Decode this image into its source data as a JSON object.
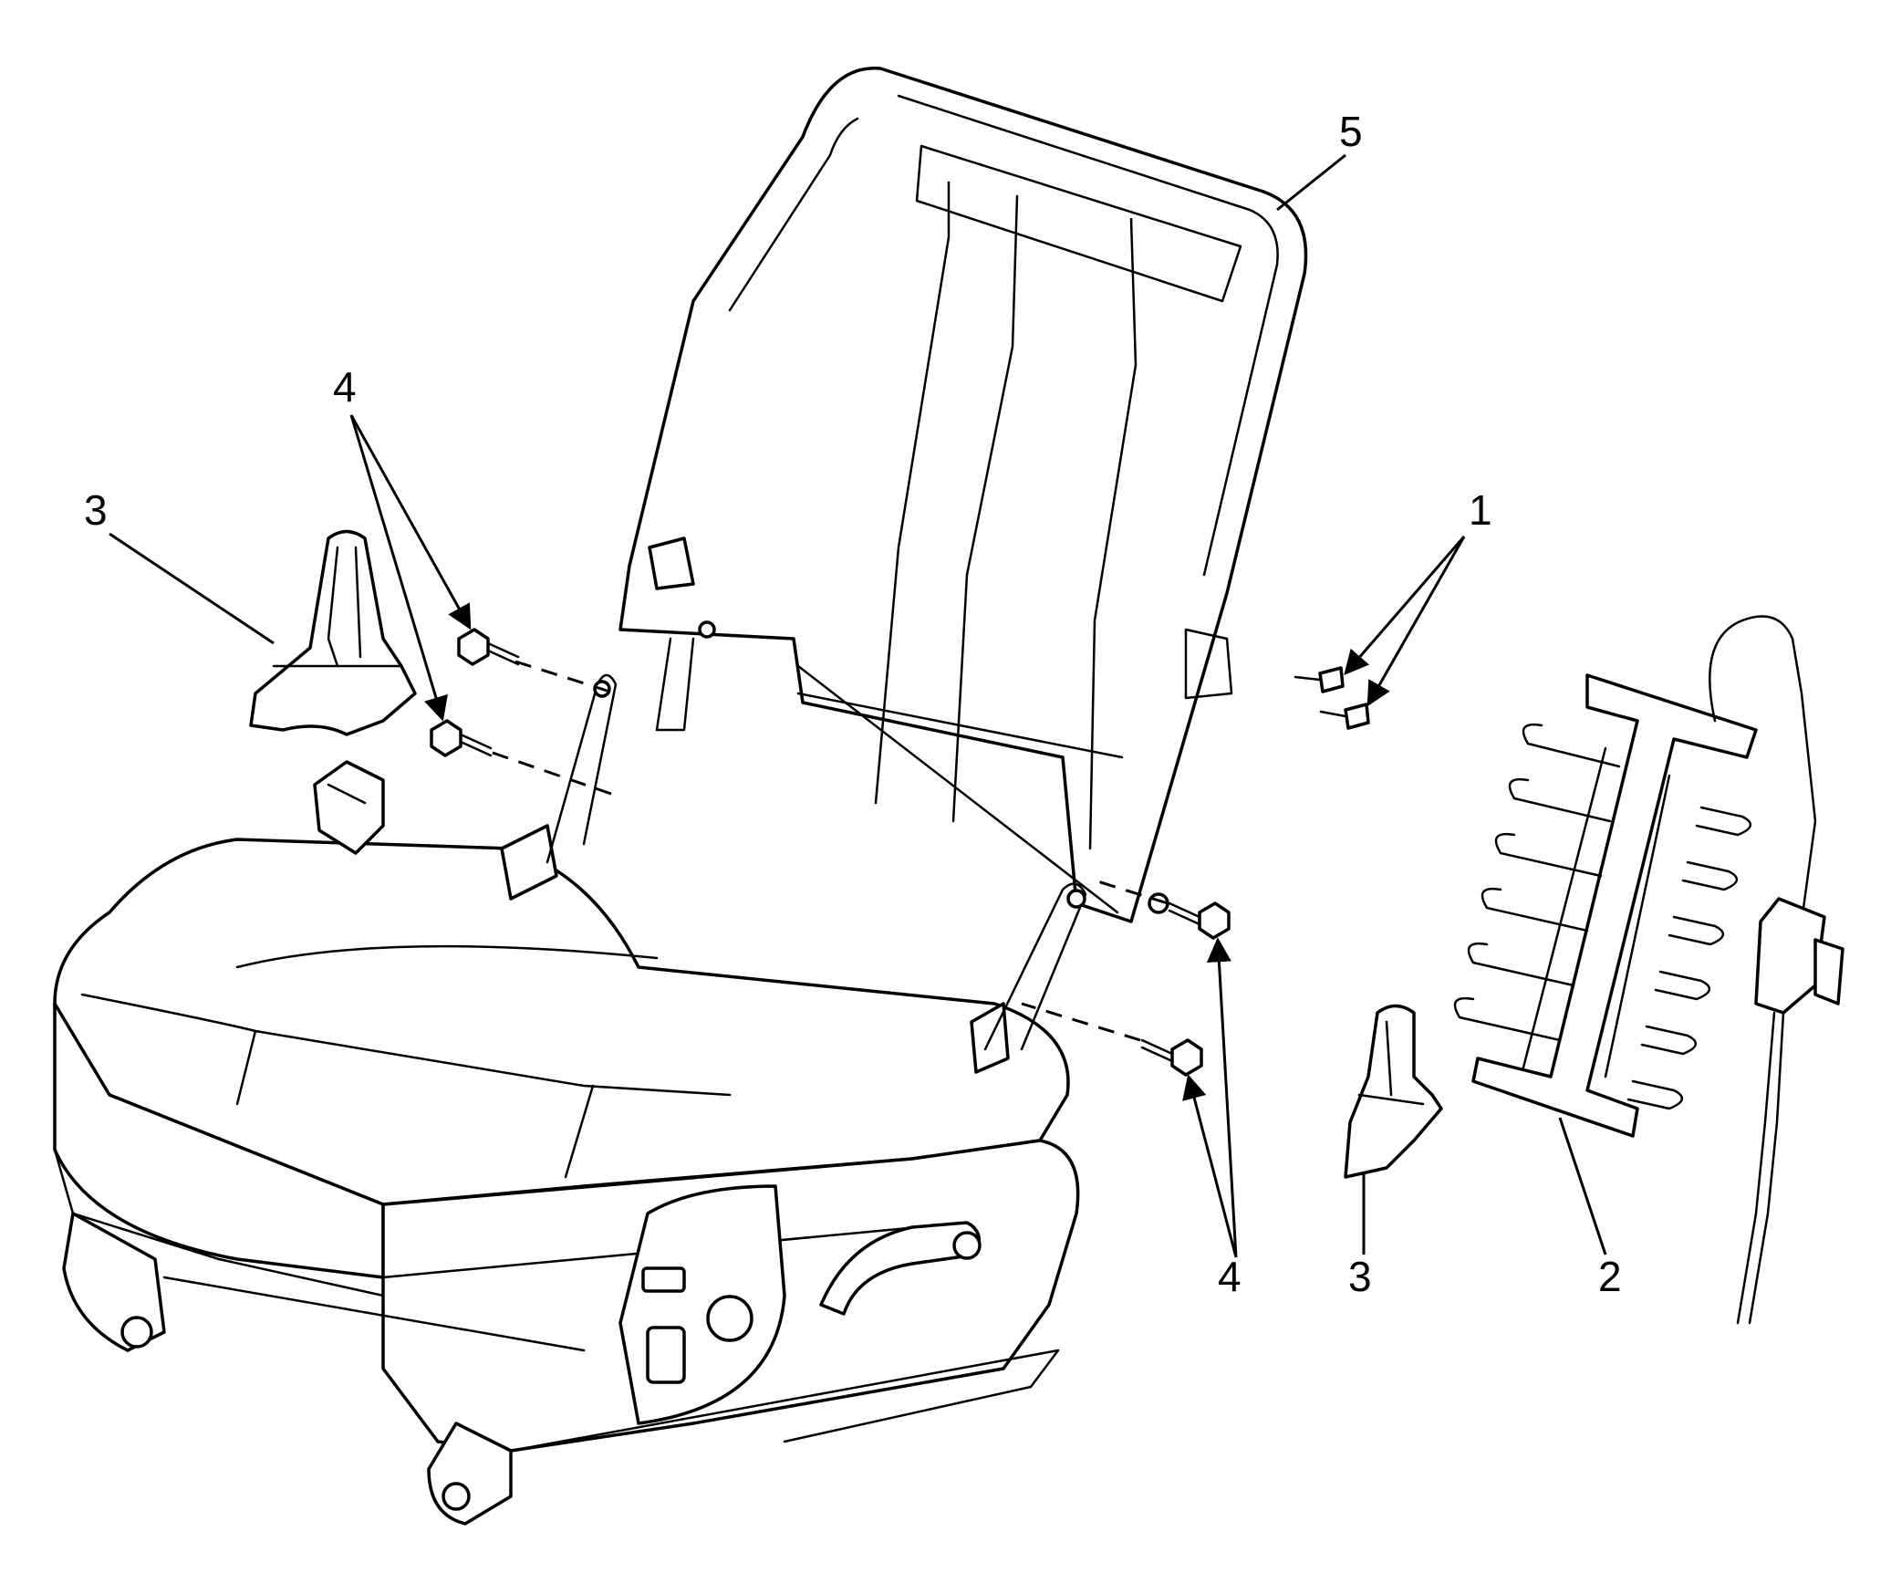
{
  "colors": {
    "line": "#000000",
    "background": "#ffffff"
  },
  "callouts": [
    {
      "id": "c1",
      "text": "1"
    },
    {
      "id": "c2",
      "text": "2"
    },
    {
      "id": "c3a",
      "text": "3"
    },
    {
      "id": "c3b",
      "text": "3"
    },
    {
      "id": "c4a",
      "text": "4"
    },
    {
      "id": "c4b",
      "text": "4"
    },
    {
      "id": "c5",
      "text": "5"
    }
  ]
}
